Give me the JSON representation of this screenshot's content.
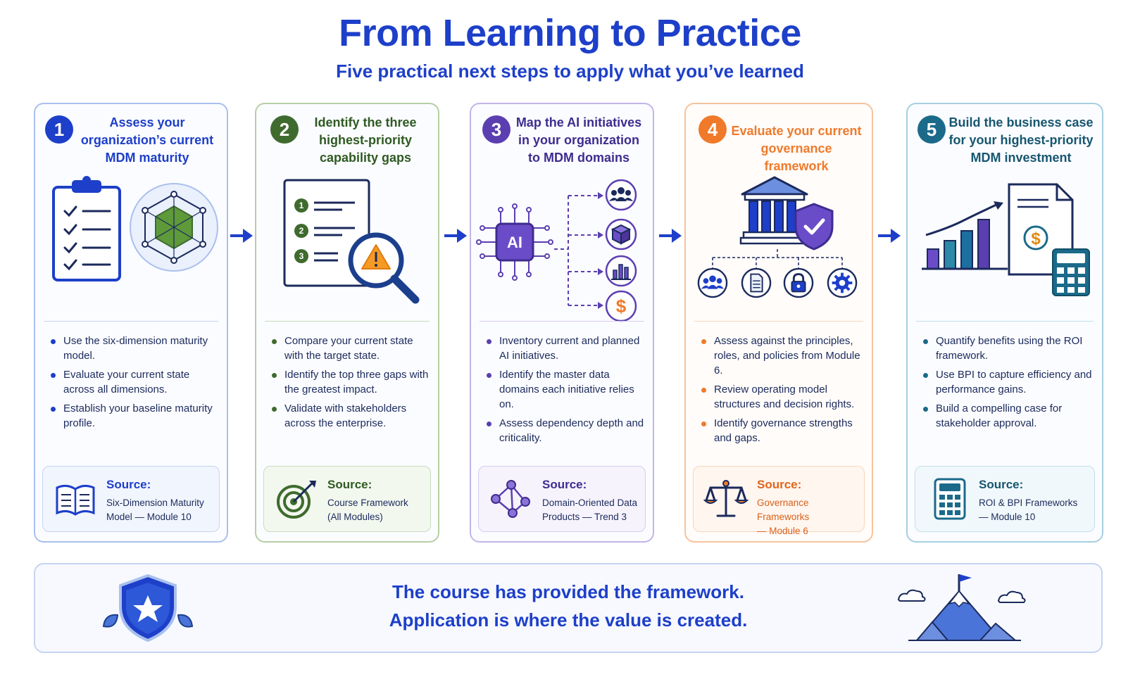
{
  "title": "From Learning to Practice",
  "subtitle": "Five practical next steps to apply what you’ve learned",
  "colors": {
    "step1": "#1d3fc9",
    "step2": "#3f6b2e",
    "step3": "#5b3fb0",
    "step4": "#f07a2a",
    "step5": "#1b6a8a"
  },
  "steps": [
    {
      "number": "1",
      "title_lines": [
        "Assess your",
        "organization’s current",
        "MDM maturity"
      ],
      "icons": [
        "clipboard-checklist-icon",
        "hexagon-radar-icon"
      ],
      "bullets": [
        "Use the six-dimension maturity model.",
        "Evaluate your current state across all dimensions.",
        "Establish your baseline maturity profile."
      ],
      "source_label": "Source:",
      "source_lines": [
        "Six-Dimension Maturity",
        "Model — Module 10"
      ],
      "source_icon": "open-book-icon"
    },
    {
      "number": "2",
      "title_lines": [
        "Identify the three",
        "highest-priority",
        "capability gaps"
      ],
      "icons": [
        "numbered-list-document-icon",
        "warning-magnifier-icon"
      ],
      "list_numbers": [
        "1",
        "2",
        "3"
      ],
      "bullets": [
        "Compare your current state with the target state.",
        "Identify the top three gaps with the greatest impact.",
        "Validate with stakeholders across the enterprise."
      ],
      "source_label": "Source:",
      "source_lines": [
        "Course Framework",
        "(All Modules)"
      ],
      "source_icon": "target-icon"
    },
    {
      "number": "3",
      "title_lines": [
        "Map the AI initiatives",
        "in your organization",
        "to MDM domains"
      ],
      "icons": [
        "ai-chip-icon",
        "people-icon",
        "cube-icon",
        "bar-chart-icon",
        "dollar-icon"
      ],
      "chip_label": "AI",
      "bullets": [
        "Inventory current and planned AI initiatives.",
        "Identify the master data domains each initiative relies on.",
        "Assess dependency depth and criticality."
      ],
      "source_label": "Source:",
      "source_lines": [
        "Domain-Oriented Data",
        "Products — Trend 3"
      ],
      "source_icon": "network-nodes-icon"
    },
    {
      "number": "4",
      "title_lines": [
        "Evaluate your current",
        "governance framework"
      ],
      "icons": [
        "government-building-icon",
        "shield-check-icon",
        "people-icon",
        "document-icon",
        "lock-icon",
        "gear-icon"
      ],
      "bullets": [
        "Assess against the principles, roles, and policies from Module 6.",
        "Review operating model structures and decision rights.",
        "Identify governance strengths and gaps."
      ],
      "source_label": "Source:",
      "source_lines": [
        "Governance Frameworks",
        "— Module 6"
      ],
      "source_icon": "balance-scale-icon"
    },
    {
      "number": "5",
      "title_lines": [
        "Build the business case",
        "for your highest-priority",
        "MDM investment"
      ],
      "icons": [
        "growth-chart-icon",
        "invoice-document-icon",
        "calculator-icon"
      ],
      "currency_symbol": "$",
      "bullets": [
        "Quantify benefits using the ROI framework.",
        "Use BPI to capture efficiency and performance gains.",
        "Build a compelling case for stakeholder approval."
      ],
      "source_label": "Source:",
      "source_lines": [
        "ROI & BPI Frameworks",
        "— Module 10"
      ],
      "source_icon": "calculator-icon"
    }
  ],
  "banner": {
    "line1": "The course has provided the framework.",
    "line2": "Application is where the value is created.",
    "icons": [
      "shield-star-icon",
      "mountain-flag-icon"
    ]
  }
}
